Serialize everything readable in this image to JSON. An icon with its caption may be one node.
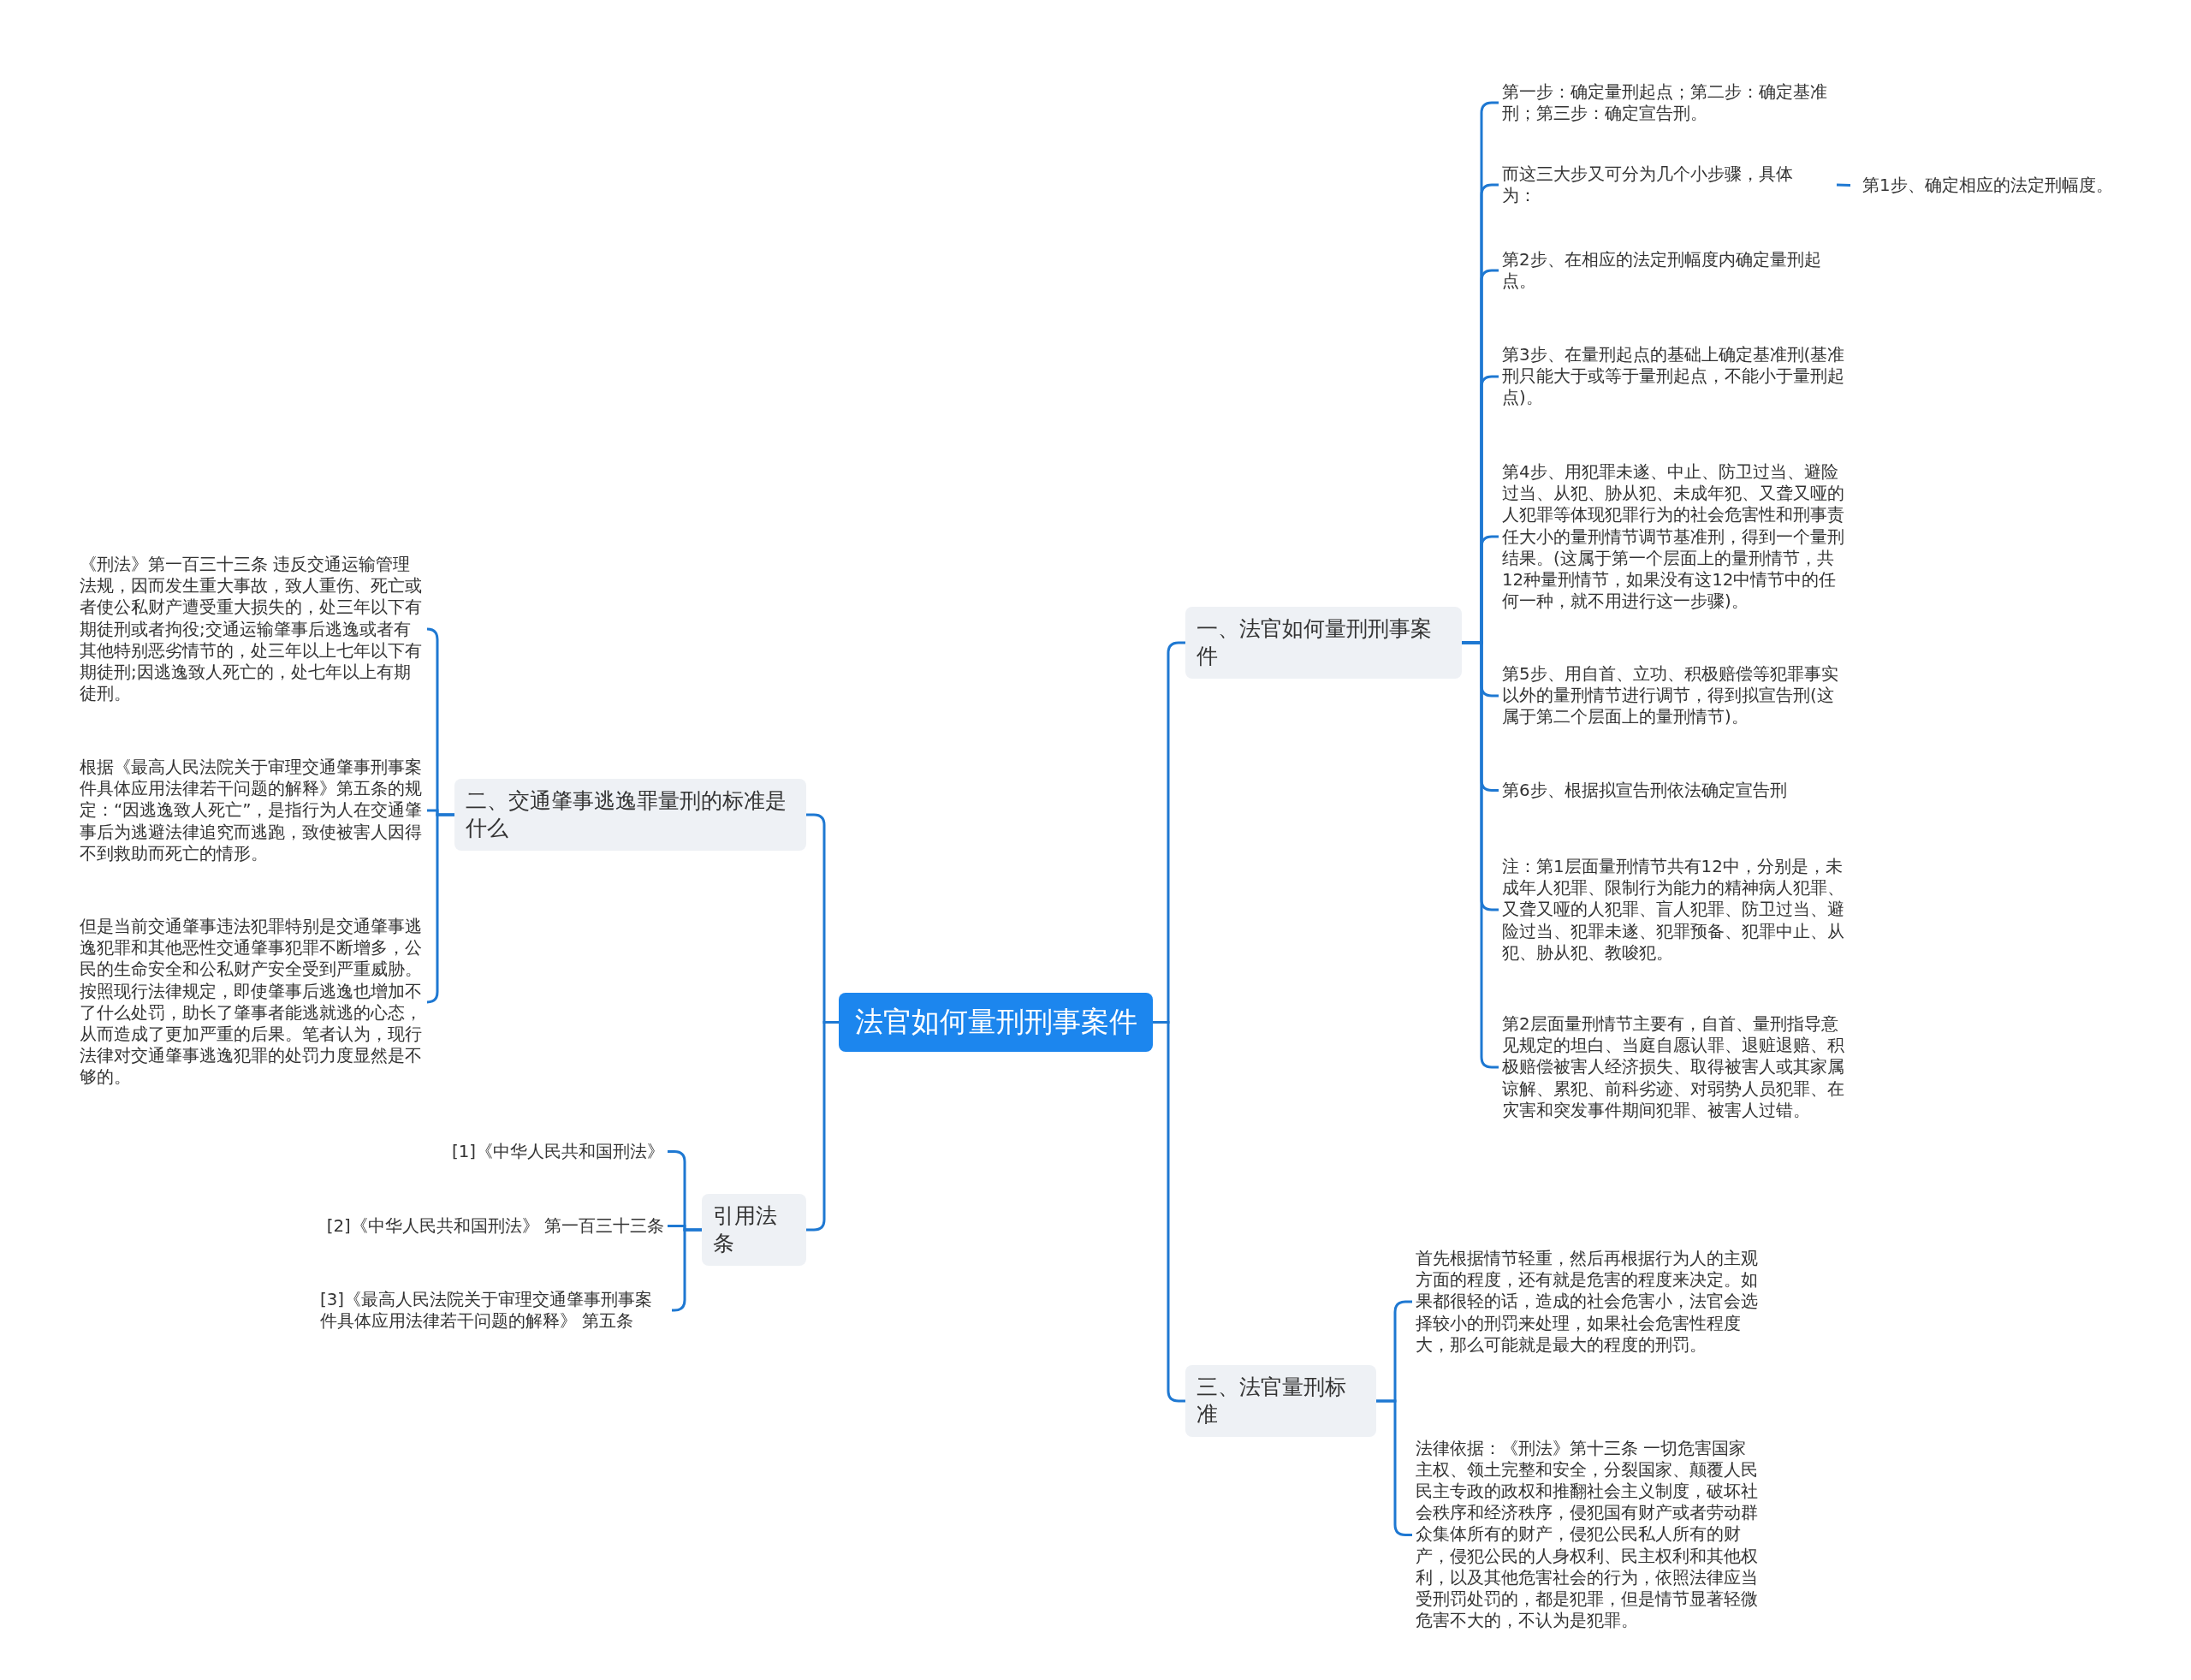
{
  "diagram": {
    "nodes": [
      {
        "text": [
          "法官如何量刑刑事案件"
        ]
      },
      {
        "text": [
          "一、法官如何量刑刑事案件"
        ]
      },
      {
        "text": [
          "第一步：确定量刑起点；第二步：确定基准刑；第三步：确定宣告刑。"
        ]
      },
      {
        "text": [
          "而这三大步又可分为几个小步骤，具体为："
        ]
      },
      {
        "text": [
          "第1步、确定相应的法定刑幅度。"
        ]
      },
      {
        "text": [
          "第2步、在相应的法定刑幅度内确定量刑起点。"
        ]
      },
      {
        "text": [
          "第3步、在量刑起点的基础上确定基准刑(基准刑只能大于或等于量刑起点，不能小于量刑起点)。"
        ]
      },
      {
        "text": [
          "第4步、用犯罪未遂、中止、防卫过当、避险过当、从犯、胁从犯、未成年犯、又聋又哑的人犯罪等体现犯罪行为的社会危害性和刑事责任大小的量刑情节调节基准刑，得到一个量刑结果。(这属于第一个层面上的量刑情节，共12种量刑情节，如果没有这12中情节中的任何一种，就不用进行这一步骤)。"
        ]
      },
      {
        "text": [
          "第5步、用自首、立功、积极赔偿等犯罪事实以外的量刑情节进行调节，得到拟宣告刑(这属于第二个层面上的量刑情节)。"
        ]
      },
      {
        "text": [
          "第6步、根据拟宣告刑依法确定宣告刑"
        ]
      },
      {
        "text": [
          "注：第1层面量刑情节共有12中，分别是，未成年人犯罪、限制行为能力的精神病人犯罪、又聋又哑的人犯罪、盲人犯罪、防卫过当、避险过当、犯罪未遂、犯罪预备、犯罪中止、从犯、胁从犯、教唆犯。"
        ]
      },
      {
        "text": [
          "第2层面量刑情节主要有，自首、量刑指导意见规定的坦白、当庭自愿认罪、退赃退赔、积极赔偿被害人经济损失、取得被害人或其家属谅解、累犯、前科劣迹、对弱势人员犯罪、在灾害和突发事件期间犯罪、被害人过错。"
        ]
      },
      {
        "text": [
          "三、法官量刑标准"
        ]
      },
      {
        "text": [
          "首先根据情节轻重，然后再根据行为人的主观方面的程度，还有就是危害的程度来决定。如果都很轻的话，造成的社会危害小，法官会选择较小的刑罚来处理，如果社会危害性程度大，那么可能就是最大的程度的刑罚。"
        ]
      },
      {
        "text": [
          "法律依据：《刑法》第十三条 一切危害国家主权、领土完整和安全，分裂国家、颠覆人民民主专政的政权和推翻社会主义制度，破坏社会秩序和经济秩序，侵犯国有财产或者劳动群众集体所有的财产，侵犯公民私人所有的财产，侵犯公民的人身权利、民主权利和其他权利，以及其他危害社会的行为，依照法律应当受刑罚处罚的，都是犯罪，但是情节显著轻微危害不大的，不认为是犯罪。"
        ]
      },
      {
        "text": [
          "二、交通肇事逃逸罪量刑的标准是什么"
        ]
      },
      {
        "text": [
          "《刑法》第一百三十三条  违反交通运输管理法规，因而发生重大事故，致人重伤、死亡或者使公私财产遭受重大损失的，处三年以下有期徒刑或者拘役;交通运输肇事后逃逸或者有其他特别恶劣情节的，处三年以上七年以下有期徒刑;因逃逸致人死亡的，处七年以上有期徒刑。"
        ]
      },
      {
        "text": [
          "根据《最高人民法院关于审理交通肇事刑事案件具体应用法律若干问题的解释》第五条的规定：“因逃逸致人死亡”，是指行为人在交通肇事后为逃避法律追究而逃跑，致使被害人因得不到救助而死亡的情形。"
        ]
      },
      {
        "text": [
          "但是当前交通肇事违法犯罪特别是交通肇事逃逸犯罪和其他恶性交通肇事犯罪不断增多，公民的生命安全和公私财产安全受到严重威胁。按照现行法律规定，即使肇事后逃逸也增加不了什么处罚，助长了肇事者能逃就逃的心态，从而造成了更加严重的后果。笔者认为，现行法律对交通肇事逃逸犯罪的处罚力度显然是不够的。"
        ]
      },
      {
        "text": [
          "引用法条"
        ]
      },
      {
        "text": [
          "[1]《中华人民共和国刑法》"
        ]
      },
      {
        "text": [
          "[2]《中华人民共和国刑法》 第一百三十三条"
        ]
      },
      {
        "text": [
          "[3]《最高人民法院关于审理交通肇事刑事案件具体应用法律若干问题的解释》 第五条"
        ]
      }
    ],
    "edges": [
      {
        "from": 0,
        "to": 1,
        "arrow": "none"
      },
      {
        "from": 0,
        "to": 12,
        "arrow": "none"
      },
      {
        "from": 0,
        "to": 15,
        "arrow": "none"
      },
      {
        "from": 0,
        "to": 19,
        "arrow": "none"
      },
      {
        "from": 1,
        "to": 2,
        "arrow": "none"
      },
      {
        "from": 1,
        "to": 3,
        "arrow": "none"
      },
      {
        "from": 3,
        "to": 4,
        "arrow": "none"
      },
      {
        "from": 1,
        "to": 5,
        "arrow": "none"
      },
      {
        "from": 1,
        "to": 6,
        "arrow": "none"
      },
      {
        "from": 1,
        "to": 7,
        "arrow": "none"
      },
      {
        "from": 1,
        "to": 8,
        "arrow": "none"
      },
      {
        "from": 1,
        "to": 9,
        "arrow": "none"
      },
      {
        "from": 1,
        "to": 10,
        "arrow": "none"
      },
      {
        "from": 1,
        "to": 11,
        "arrow": "none"
      },
      {
        "from": 12,
        "to": 13,
        "arrow": "none"
      },
      {
        "from": 12,
        "to": 14,
        "arrow": "none"
      },
      {
        "from": 15,
        "to": 16,
        "arrow": "none"
      },
      {
        "from": 15,
        "to": 17,
        "arrow": "none"
      },
      {
        "from": 15,
        "to": 18,
        "arrow": "none"
      },
      {
        "from": 19,
        "to": 20,
        "arrow": "none"
      },
      {
        "from": 19,
        "to": 21,
        "arrow": "none"
      },
      {
        "from": 19,
        "to": 22,
        "arrow": "none"
      }
    ]
  }
}
